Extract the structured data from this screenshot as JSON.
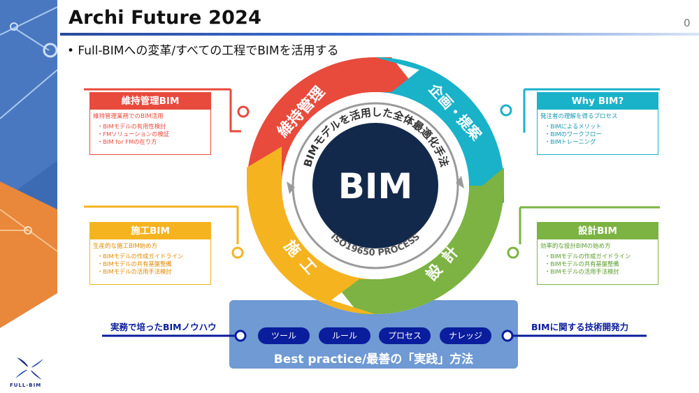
{
  "slide": {
    "title": "Archi Future 2024",
    "page_number": "0",
    "subtitle": "• Full-BIMへの変革/すべての工程でBIMを活用する"
  },
  "cycle": {
    "center": "BIM",
    "arc_top_text": "BIMモデルを活用した全体最適化手法",
    "arc_bottom_text": "ISO19650 PROCESS",
    "segments": {
      "maintenance": "維持管理",
      "planning": "企画・提案",
      "design": "設計",
      "construction": "施工"
    },
    "colors": {
      "maintenance": "#e84a3c",
      "planning": "#19b2c9",
      "design": "#7cb342",
      "construction": "#f5b320",
      "core": "#13294b"
    }
  },
  "boxes": {
    "maintenance": {
      "title": "維持管理BIM",
      "desc": "維持管理業務でのBIM活用",
      "items": [
        "BIMモデルの有用性検討",
        "FMソリューションの検証",
        "BIM for FMの在り方"
      ]
    },
    "whybim": {
      "title": "Why BIM?",
      "desc": "発注者の理解を得るプロセス",
      "items": [
        "BIMによるメリット",
        "BIMのワークフロー",
        "BIMトレーニング"
      ]
    },
    "construction": {
      "title": "施工BIM",
      "desc": "生産的な施工BIM始め方",
      "items": [
        "BIMモデルの作成ガイドライン",
        "BIMモデルの共有基盤整備",
        "BIMモデルの活用手法検討"
      ]
    },
    "design": {
      "title": "設計BIM",
      "desc": "効率的な設計BIMの始め方",
      "items": [
        "BIMモデルの作成ガイドライン",
        "BIMモデルの共有基盤整備",
        "BIMモデルの活用手法検討"
      ]
    }
  },
  "bottom": {
    "left_label": "実務で培ったBIMノウハウ",
    "right_label": "BIMに関する技術開発力",
    "pills": [
      "ツール",
      "ルール",
      "プロセス",
      "ナレッジ"
    ],
    "band_label": "Best practice/最善の「実践」方法"
  },
  "logo": {
    "text": "FULL-BIM"
  }
}
